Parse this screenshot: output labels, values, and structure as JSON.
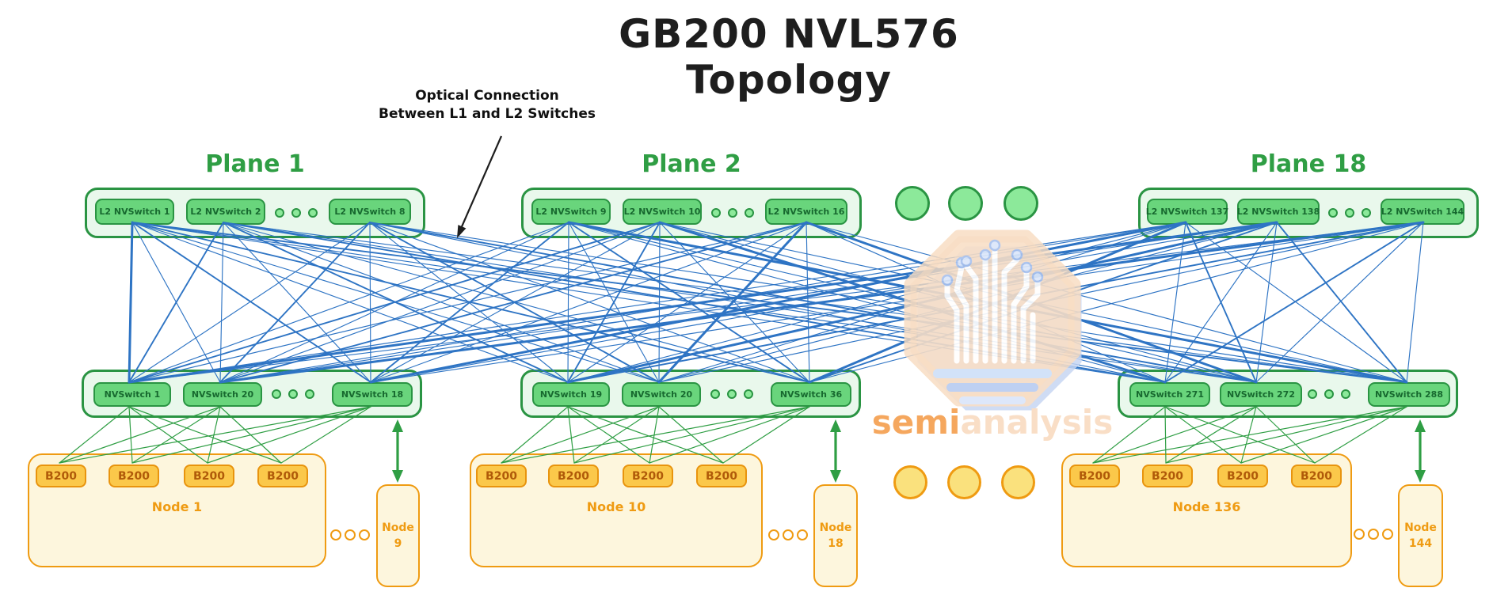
{
  "title": "GB200 NVL576 Topology",
  "annotation": {
    "line1": "Optical Connection",
    "line2": "Between L1 and L2 Switches"
  },
  "watermark": {
    "semi": "semi",
    "analysis": "analysis"
  },
  "planes": [
    {
      "label": "Plane 1",
      "switches": [
        "L2 NVSwitch 1",
        "L2 NVSwitch 2",
        "L2 NVSwitch 8"
      ]
    },
    {
      "label": "Plane 2",
      "switches": [
        "L2 NVSwitch 9",
        "L2 NVSwitch 10",
        "L2 NVSwitch 16"
      ]
    },
    {
      "label": "Plane 18",
      "switches": [
        "L2 NVSwitch 137",
        "L2 NVSwitch 138",
        "L2 NVSwitch 144"
      ]
    }
  ],
  "l1_groups": [
    {
      "switches": [
        "NVSwitch 1",
        "NVSwitch 20",
        "NVSwitch 18"
      ]
    },
    {
      "switches": [
        "NVSwitch 19",
        "NVSwitch 20",
        "NVSwitch 36"
      ]
    },
    {
      "switches": [
        "NVSwitch 271",
        "NVSwitch 272",
        "NVSwitch 288"
      ]
    }
  ],
  "nodes": [
    {
      "label": "Node 1",
      "gpus": [
        "B200",
        "B200",
        "B200",
        "B200"
      ],
      "tail": [
        "Node",
        "9"
      ]
    },
    {
      "label": "Node 10",
      "gpus": [
        "B200",
        "B200",
        "B200",
        "B200"
      ],
      "tail": [
        "Node",
        "18"
      ]
    },
    {
      "label": "Node 136",
      "gpus": [
        "B200",
        "B200",
        "B200",
        "B200"
      ],
      "tail": [
        "Node",
        "144"
      ]
    }
  ],
  "colors": {
    "green_stroke": "#2a9443",
    "green_fill": "#69d57c",
    "green_fill_light": "#e9f8ec",
    "green_dot": "#8ce99a",
    "link_blue": "#2e74c4",
    "link_green": "#2f9e44",
    "orange_stroke": "#ef9b12",
    "gpu_fill": "#fbc84a",
    "gpu_text": "#b05a09",
    "node_fill": "#fdf6dd",
    "yellow_dot": "#fae17d",
    "ink": "#1e1e1e",
    "watermark_peach": "#f8dcc0",
    "watermark_blue": "#c5d5f2",
    "brand_semi": "#f5a051",
    "brand_analysis": "#f9dcc2"
  }
}
